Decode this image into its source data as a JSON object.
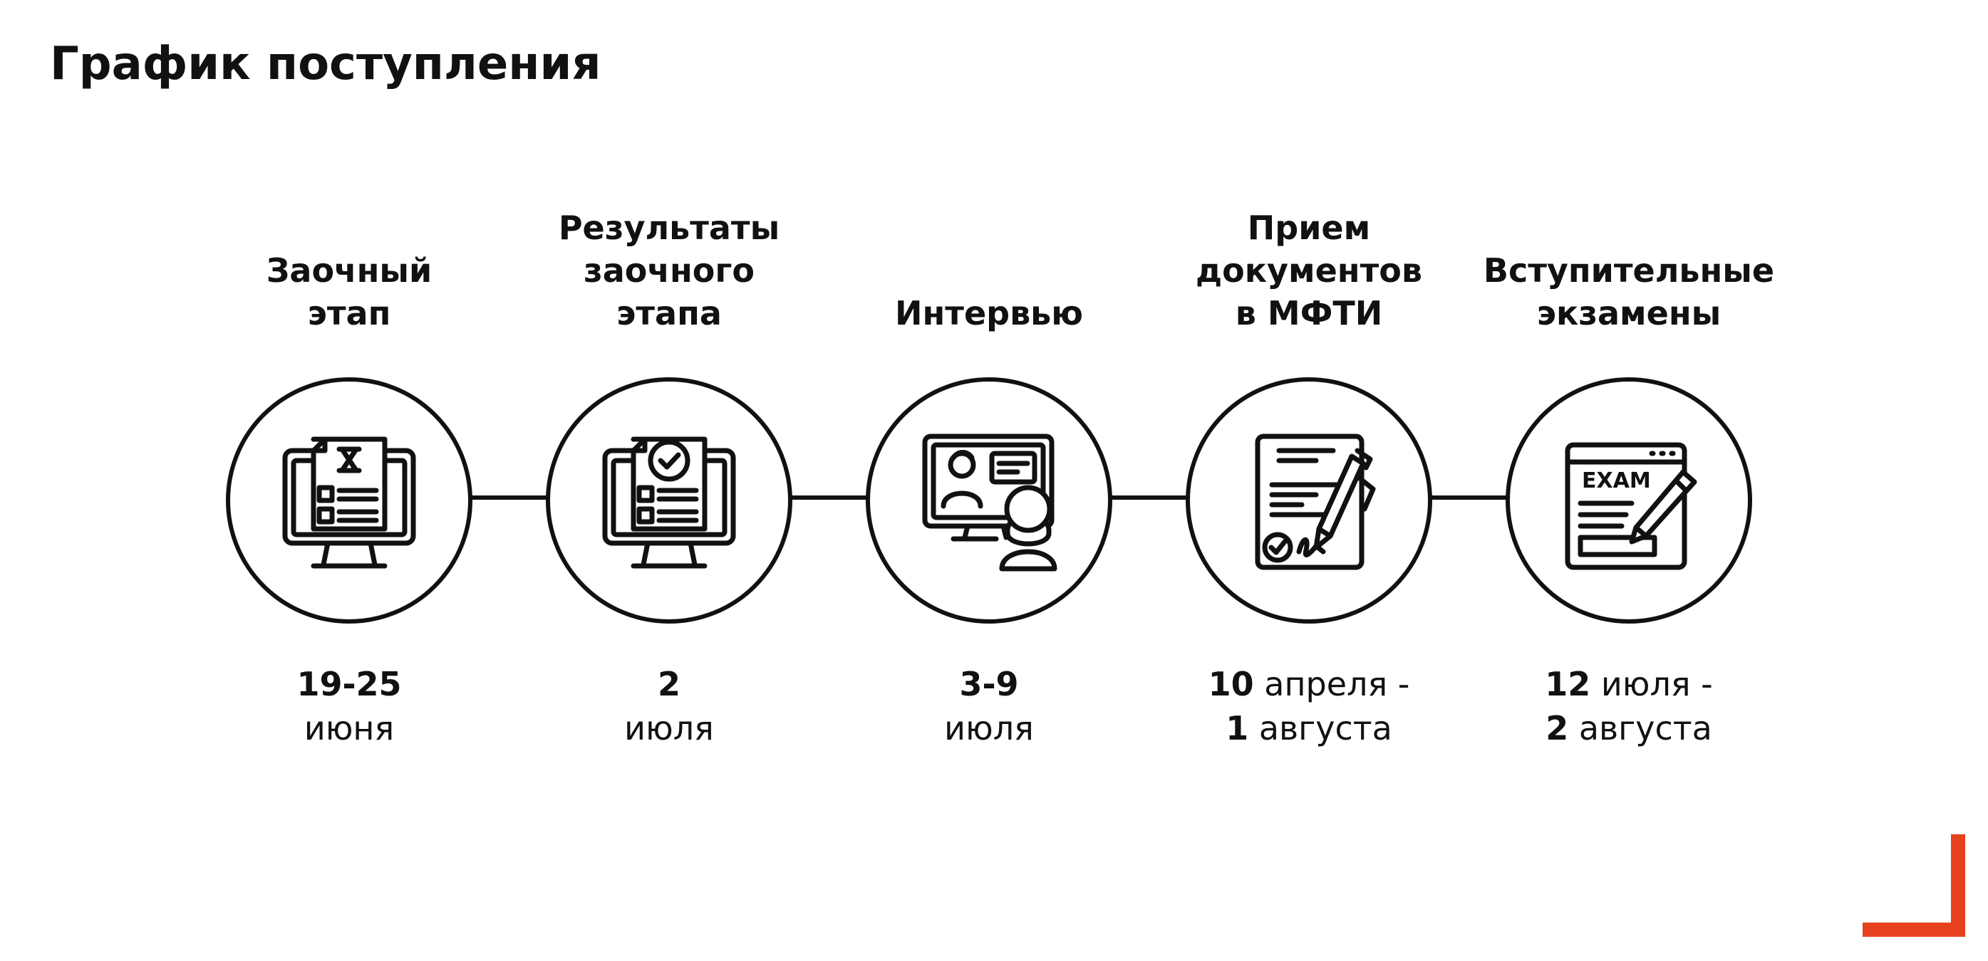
{
  "page_title": "График поступления",
  "stages": [
    {
      "title": "Заочный\nэтап",
      "date_line1_num": "19-25",
      "date_line1_text": "",
      "date_line2_num": "",
      "date_line2_text": "июня",
      "icon": "monitor-document-hourglass-icon"
    },
    {
      "title": "Результаты\nзаочного\nэтапа",
      "date_line1_num": "2",
      "date_line1_text": "",
      "date_line2_num": "",
      "date_line2_text": "июля",
      "icon": "monitor-document-check-icon"
    },
    {
      "title": "Интервью",
      "date_line1_num": "3-9",
      "date_line1_text": "",
      "date_line2_num": "",
      "date_line2_text": "июля",
      "icon": "video-interview-icon"
    },
    {
      "title": "Прием\nдокументов\nв МФТИ",
      "date_line1_num": "10",
      "date_line1_text": " апреля -",
      "date_line2_num": "1",
      "date_line2_text": " августа",
      "icon": "signed-document-pen-icon"
    },
    {
      "title": "Вступительные\nэкзамены",
      "date_line1_num": "12",
      "date_line1_text": " июля -",
      "date_line2_num": "2",
      "date_line2_text": " августа",
      "icon": "exam-pencil-icon",
      "icon_text": "EXAM"
    }
  ],
  "colors": {
    "accent": "#e8411f",
    "ink": "#111111",
    "background": "#ffffff"
  }
}
